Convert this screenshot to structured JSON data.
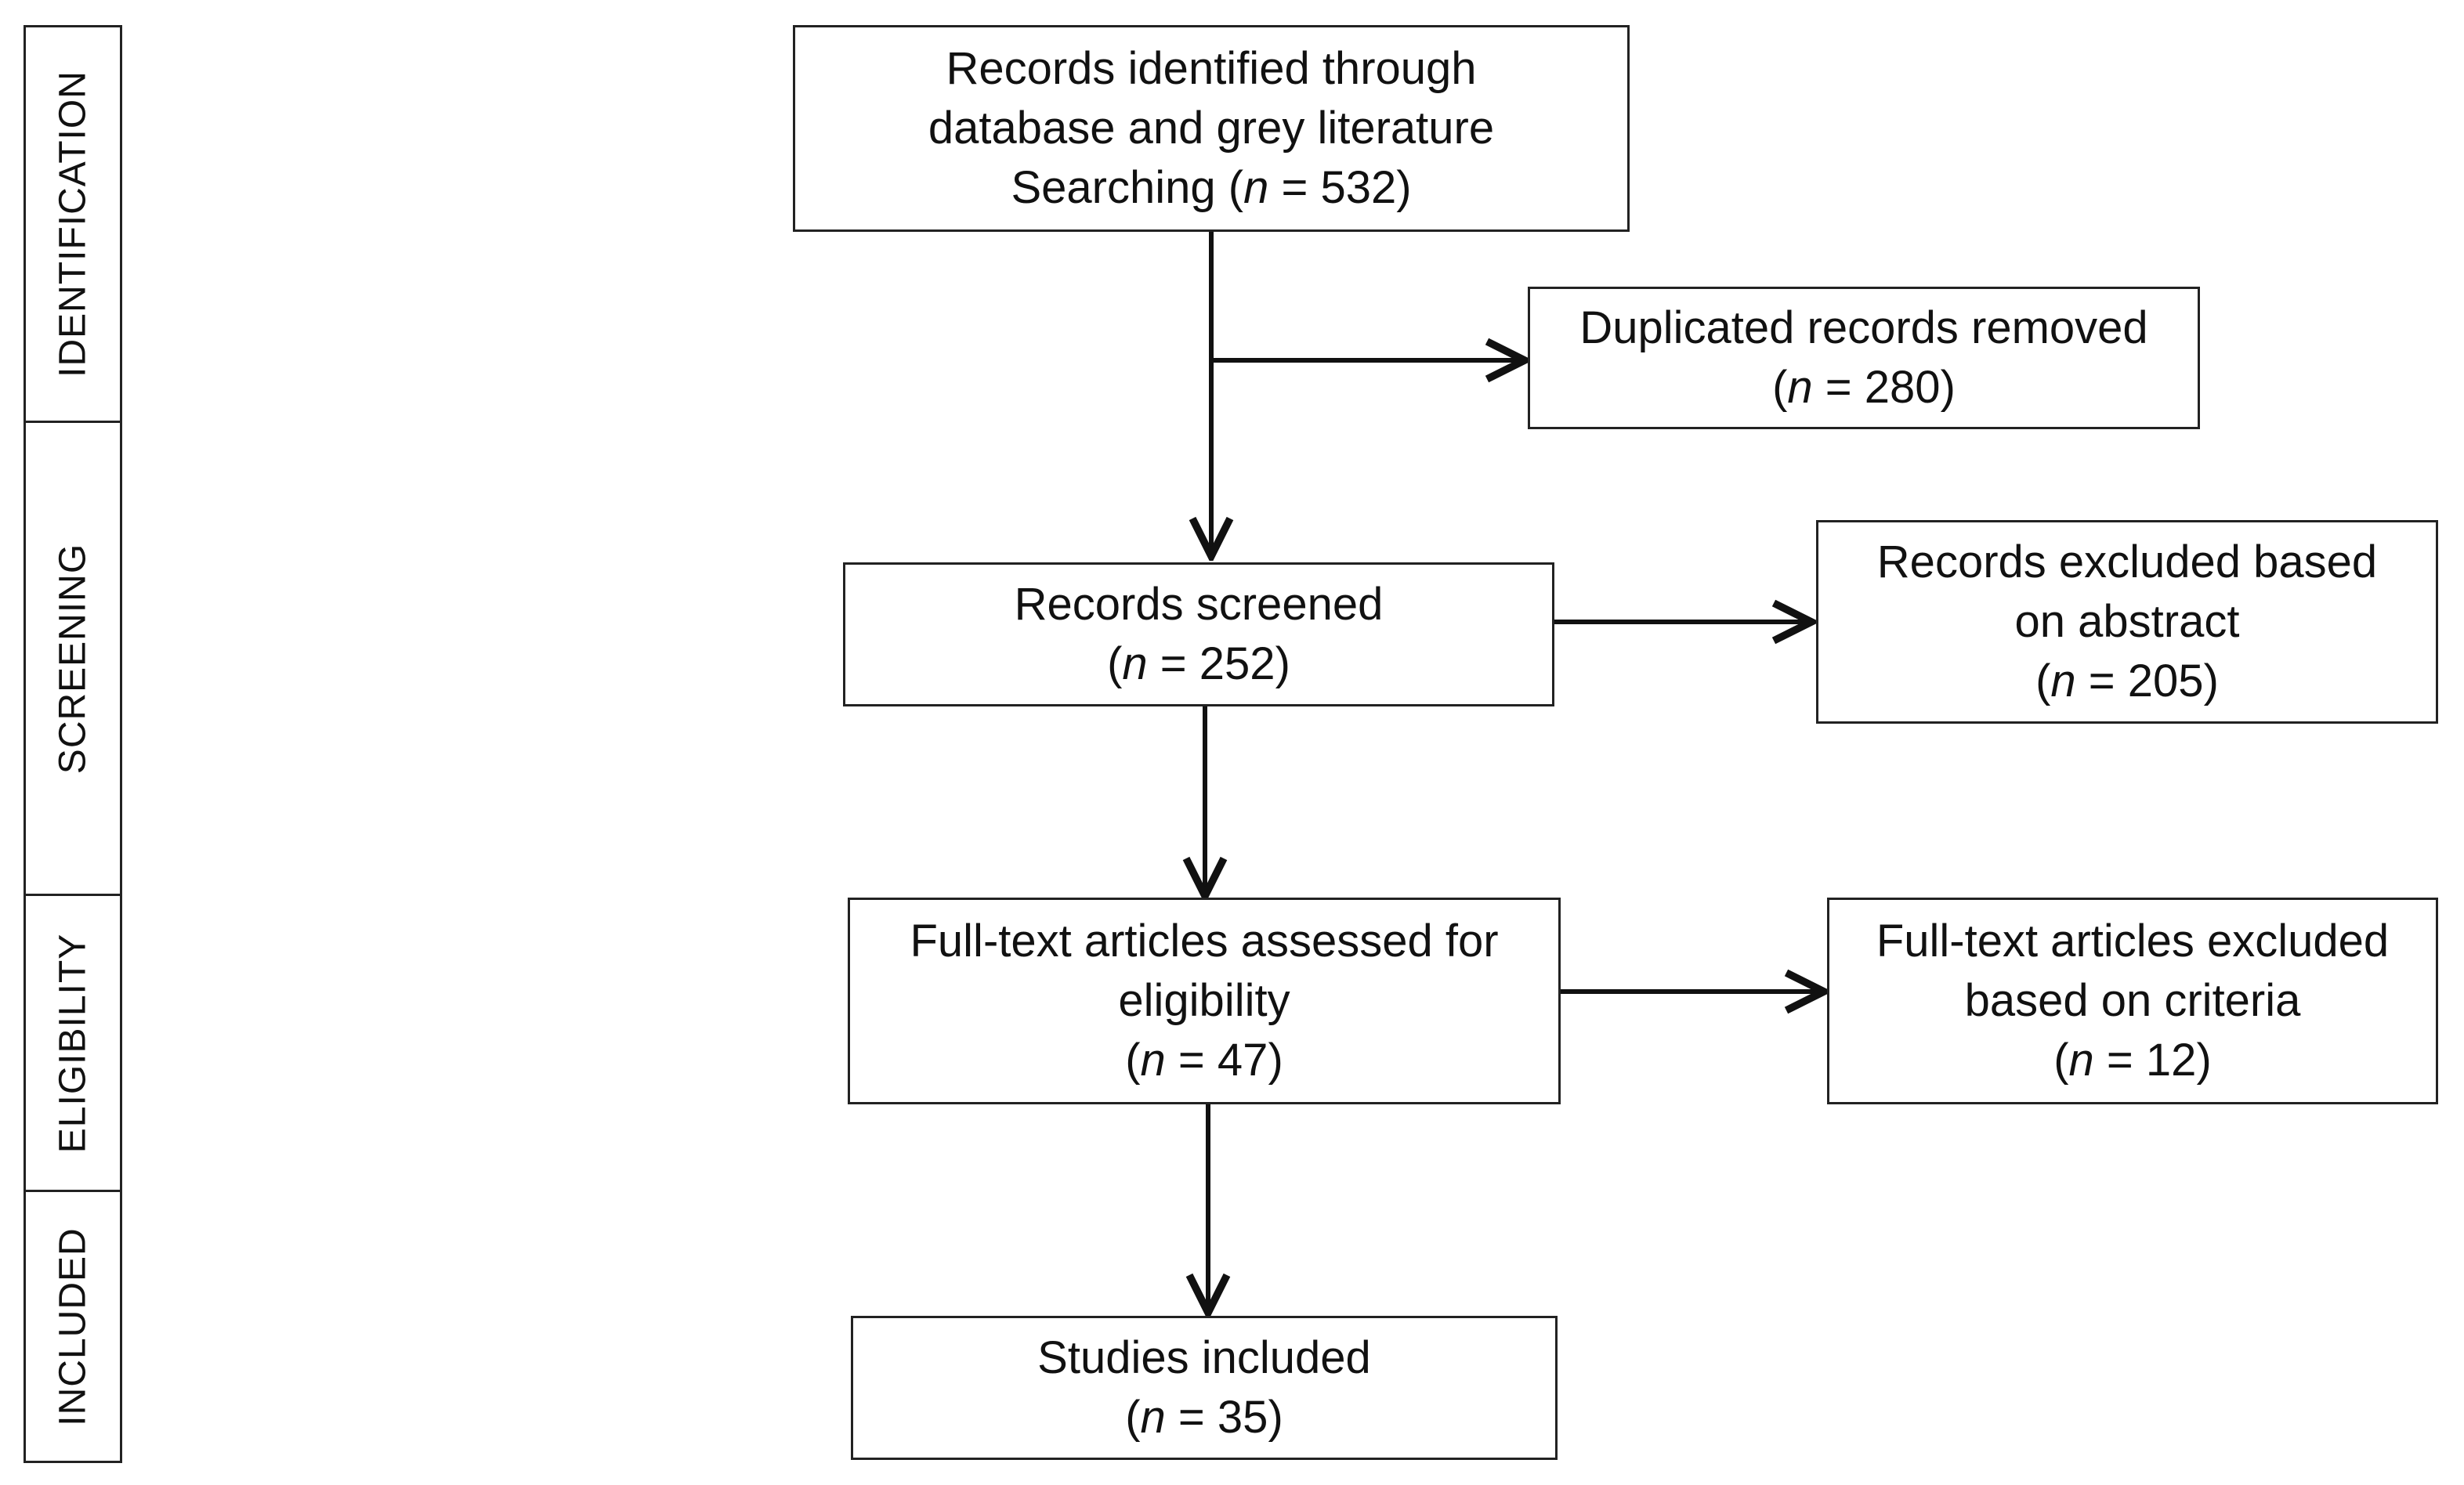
{
  "phases": [
    {
      "id": "identification",
      "label": "IDENTIFICATION"
    },
    {
      "id": "screening",
      "label": "SCREENING"
    },
    {
      "id": "eligibility",
      "label": "ELIGIBILITY"
    },
    {
      "id": "included",
      "label": "INCLUDED"
    }
  ],
  "boxes": {
    "identified": {
      "lines": [
        "Records identified through",
        "database and grey literature"
      ],
      "prefix": "Searching (",
      "n_symbol": "n",
      "equals": " = ",
      "n": "532",
      "suffix": ")"
    },
    "duplicates": {
      "lines": [
        "Duplicated records removed"
      ],
      "prefix": "(",
      "n_symbol": "n",
      "equals": " = ",
      "n": "280",
      "suffix": ")"
    },
    "screened": {
      "lines": [
        "Records screened"
      ],
      "prefix": "(",
      "n_symbol": "n",
      "equals": " = ",
      "n": "252",
      "suffix": ")"
    },
    "excluded_abstract": {
      "lines": [
        "Records excluded based",
        "on abstract"
      ],
      "prefix": "(",
      "n_symbol": "n",
      "equals": " = ",
      "n": "205",
      "suffix": ")"
    },
    "fulltext": {
      "lines": [
        "Full-text articles assessed for",
        "eligibility"
      ],
      "prefix": "(",
      "n_symbol": "n",
      "equals": " = ",
      "n": "47",
      "suffix": ")"
    },
    "excluded_criteria": {
      "lines": [
        "Full-text articles excluded",
        "based on criteria"
      ],
      "prefix": "(",
      "n_symbol": "n",
      "equals": " = ",
      "n": "12",
      "suffix": ")"
    },
    "included": {
      "lines": [
        "Studies included"
      ],
      "prefix": "(",
      "n_symbol": "n",
      "equals": " = ",
      "n": "35",
      "suffix": ")"
    }
  }
}
